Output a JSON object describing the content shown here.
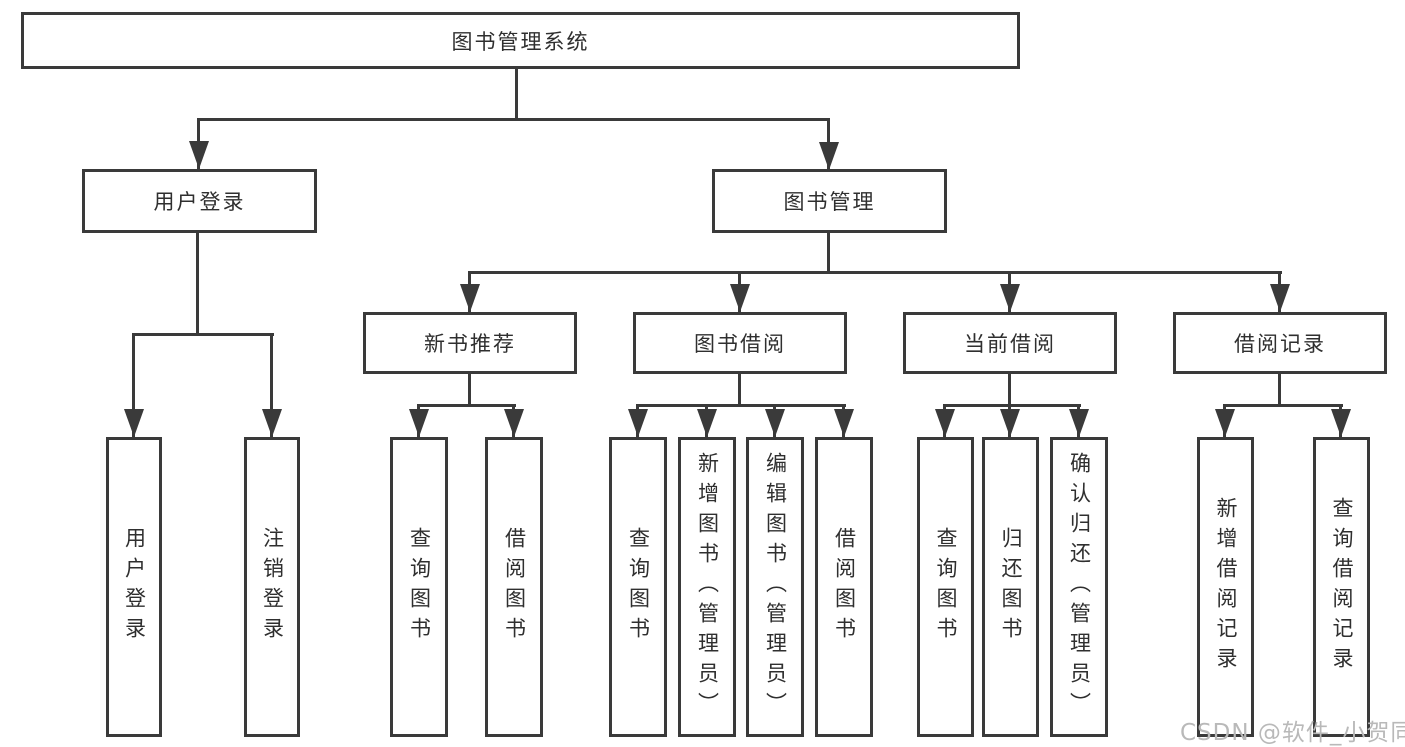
{
  "diagram": {
    "root": {
      "label": "图书管理系统",
      "children": [
        {
          "label": "用户登录",
          "children": [
            {
              "label": "用户登录"
            },
            {
              "label": "注销登录"
            }
          ]
        },
        {
          "label": "图书管理",
          "children": [
            {
              "label": "新书推荐",
              "children": [
                {
                  "label": "查询图书"
                },
                {
                  "label": "借阅图书"
                }
              ]
            },
            {
              "label": "图书借阅",
              "children": [
                {
                  "label": "查询图书"
                },
                {
                  "label": "新增图书（管理员）"
                },
                {
                  "label": "编辑图书（管理员）"
                },
                {
                  "label": "借阅图书"
                }
              ]
            },
            {
              "label": "当前借阅",
              "children": [
                {
                  "label": "查询图书"
                },
                {
                  "label": "归还图书"
                },
                {
                  "label": "确认归还（管理员）"
                }
              ]
            },
            {
              "label": "借阅记录",
              "children": [
                {
                  "label": "新增借阅记录"
                },
                {
                  "label": "查询借阅记录"
                }
              ]
            }
          ]
        }
      ]
    }
  },
  "watermark": {
    "text": "CSDN @软件_小贺同学"
  },
  "colors": {
    "line": "#3a3a3a",
    "text": "#2f2f2f",
    "watermark": "#b9b9b9",
    "background": "#ffffff"
  }
}
